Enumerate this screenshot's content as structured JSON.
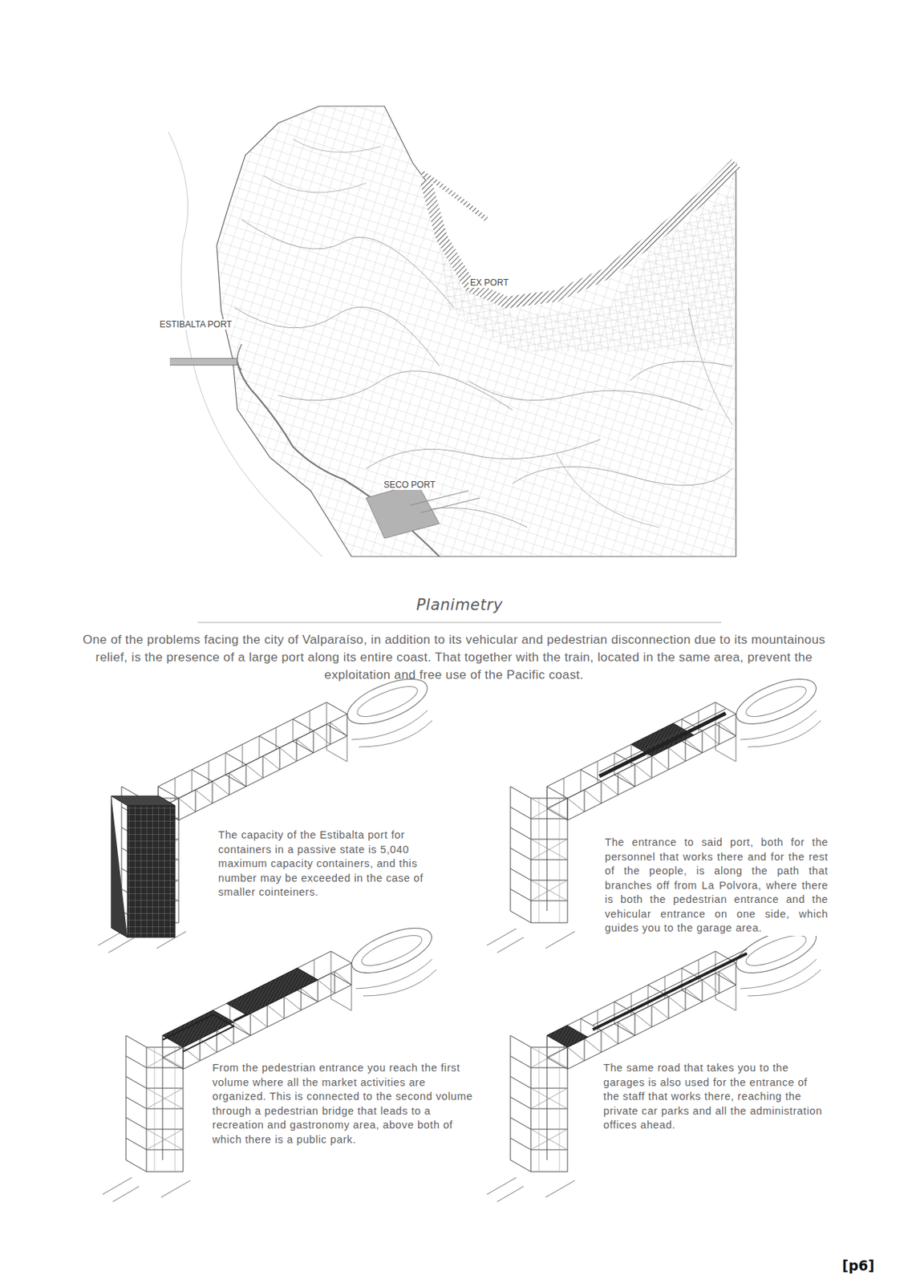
{
  "diagram": {
    "title": "Planimetry",
    "labels": [
      "EX PORT",
      "ESTIBALTA PORT",
      "SECO PORT",
      "One of the problems facing the city of Valparaíso, in addition to its vehicular and pedestrian disconnection due to its mountainous relief, is the presence of a large port along its entire coast. That together with the train, located in the same area, prevent the exploitation and free use of the Pacific coast.",
      "The capacity of the Estibalta port for containers in a passive state is 5,040 maximum capacity containers, and this number may be exceeded in the case of smaller cointeiners.",
      "The entrance to said port, both for the personnel that works there and for the rest of the people, is along the path that branches off from La Polvora, where there is both the pedestrian entrance and the vehicular entrance on one side, which guides you to the garage area.",
      "From the pedestrian entrance you reach the first volume where all the market activities are organized. This is connected to the second volume through a pedestrian bridge that leads to a recreation and gastronomy area, above both of which there is a public park.",
      "The same road that takes you to the garages is also used for the entrance of the staff that works there, reaching the private car parks and all the administration offices ahead.",
      "[p6]"
    ]
  }
}
